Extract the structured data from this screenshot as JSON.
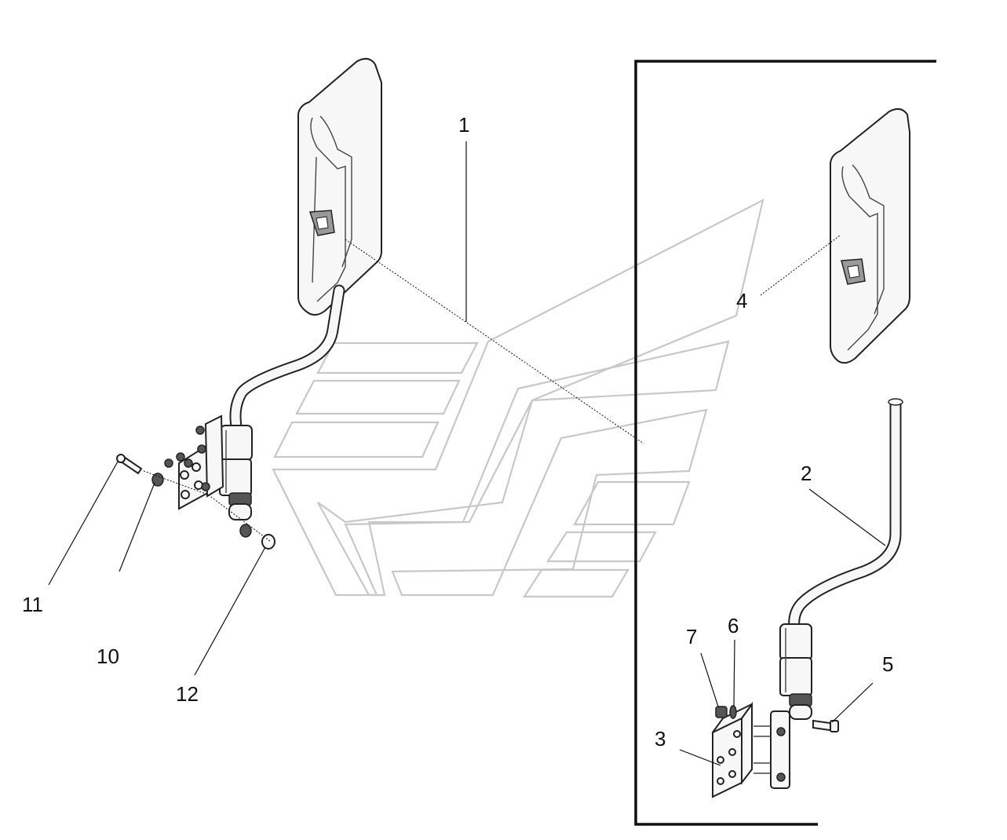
{
  "callouts": {
    "c1": "1",
    "c2": "2",
    "c3": "3",
    "c4": "4",
    "c5": "5",
    "c6": "6",
    "c7": "7",
    "c10": "10",
    "c11": "11",
    "c12": "12"
  }
}
